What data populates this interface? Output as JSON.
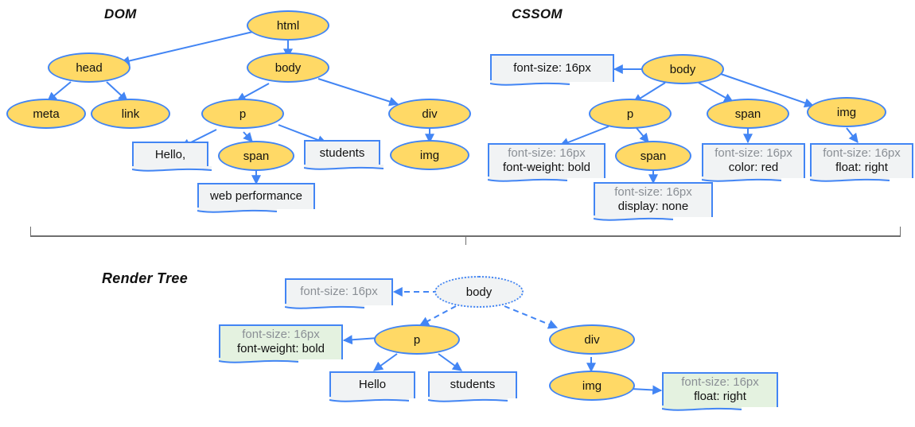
{
  "diagram": {
    "title_dom": "DOM",
    "title_cssom": "CSSOM",
    "title_render": "Render Tree",
    "colors": {
      "node_fill": "#FFD966",
      "node_border": "#4285F4",
      "box_fill": "#F1F3F4",
      "box_fill_green": "#E4F2E0",
      "inherited_text": "#8A8F95",
      "own_text": "#111111",
      "divider": "#6F6F6F",
      "background": "#FFFFFF"
    }
  },
  "dom": {
    "nodes": [
      {
        "label": "html"
      },
      {
        "label": "head"
      },
      {
        "label": "body"
      },
      {
        "label": "meta"
      },
      {
        "label": "link"
      },
      {
        "label": "p"
      },
      {
        "label": "div"
      },
      {
        "label": "span"
      },
      {
        "label": "img"
      }
    ],
    "text_boxes": [
      {
        "label": "Hello,"
      },
      {
        "label": "students"
      },
      {
        "label": "web performance"
      }
    ],
    "edges": [
      {
        "from": "html",
        "to": "head"
      },
      {
        "from": "html",
        "to": "body"
      },
      {
        "from": "head",
        "to": "meta"
      },
      {
        "from": "head",
        "to": "link"
      },
      {
        "from": "body",
        "to": "p"
      },
      {
        "from": "body",
        "to": "div"
      },
      {
        "from": "p",
        "to": "Hello,"
      },
      {
        "from": "p",
        "to": "span"
      },
      {
        "from": "p",
        "to": "students"
      },
      {
        "from": "span",
        "to": "web performance"
      },
      {
        "from": "div",
        "to": "img"
      }
    ]
  },
  "cssom": {
    "nodes": [
      {
        "label": "body"
      },
      {
        "label": "p"
      },
      {
        "label": "span"
      },
      {
        "label": "img"
      },
      {
        "label": "span"
      }
    ],
    "rule_boxes": [
      {
        "id": "body-rules",
        "lines": [
          {
            "text": "font-size: 16px",
            "inherited": false
          }
        ]
      },
      {
        "id": "p-rules",
        "lines": [
          {
            "text": "font-size: 16px",
            "inherited": true
          },
          {
            "text": "font-weight: bold",
            "inherited": false
          }
        ]
      },
      {
        "id": "span-inner-rules",
        "lines": [
          {
            "text": "font-size: 16px",
            "inherited": true
          },
          {
            "text": "display: none",
            "inherited": false
          }
        ]
      },
      {
        "id": "span-rules",
        "lines": [
          {
            "text": "font-size: 16px",
            "inherited": true
          },
          {
            "text": "color: red",
            "inherited": false
          }
        ]
      },
      {
        "id": "img-rules",
        "lines": [
          {
            "text": "font-size: 16px",
            "inherited": true
          },
          {
            "text": "float: right",
            "inherited": false
          }
        ]
      }
    ],
    "edges": [
      {
        "from": "body",
        "to": "body-rules"
      },
      {
        "from": "body",
        "to": "p"
      },
      {
        "from": "body",
        "to": "span"
      },
      {
        "from": "body",
        "to": "img"
      },
      {
        "from": "p",
        "to": "p-rules"
      },
      {
        "from": "p",
        "to": "span-inner"
      },
      {
        "from": "span-inner",
        "to": "span-inner-rules"
      },
      {
        "from": "span",
        "to": "span-rules"
      },
      {
        "from": "img",
        "to": "img-rules"
      }
    ]
  },
  "render_tree": {
    "nodes": [
      {
        "label": "body",
        "style": "ghost"
      },
      {
        "label": "p",
        "style": "normal"
      },
      {
        "label": "div",
        "style": "normal"
      },
      {
        "label": "img",
        "style": "normal"
      }
    ],
    "text_boxes": [
      {
        "label": "Hello"
      },
      {
        "label": "students"
      }
    ],
    "rule_boxes": [
      {
        "id": "body-rules",
        "green": false,
        "lines": [
          {
            "text": "font-size: 16px",
            "inherited": true
          }
        ]
      },
      {
        "id": "p-rules",
        "green": true,
        "lines": [
          {
            "text": "font-size: 16px",
            "inherited": true
          },
          {
            "text": "font-weight: bold",
            "inherited": false
          }
        ]
      },
      {
        "id": "img-rules",
        "green": true,
        "lines": [
          {
            "text": "font-size: 16px",
            "inherited": true
          },
          {
            "text": "float: right",
            "inherited": false
          }
        ]
      }
    ],
    "edges": [
      {
        "from": "body",
        "to": "body-rules",
        "dashed": true
      },
      {
        "from": "body",
        "to": "p",
        "dashed": true
      },
      {
        "from": "body",
        "to": "div",
        "dashed": true
      },
      {
        "from": "p",
        "to": "p-rules",
        "dashed": false
      },
      {
        "from": "p",
        "to": "Hello",
        "dashed": false
      },
      {
        "from": "p",
        "to": "students",
        "dashed": false
      },
      {
        "from": "div",
        "to": "img",
        "dashed": false
      },
      {
        "from": "img",
        "to": "img-rules",
        "dashed": false
      }
    ]
  }
}
